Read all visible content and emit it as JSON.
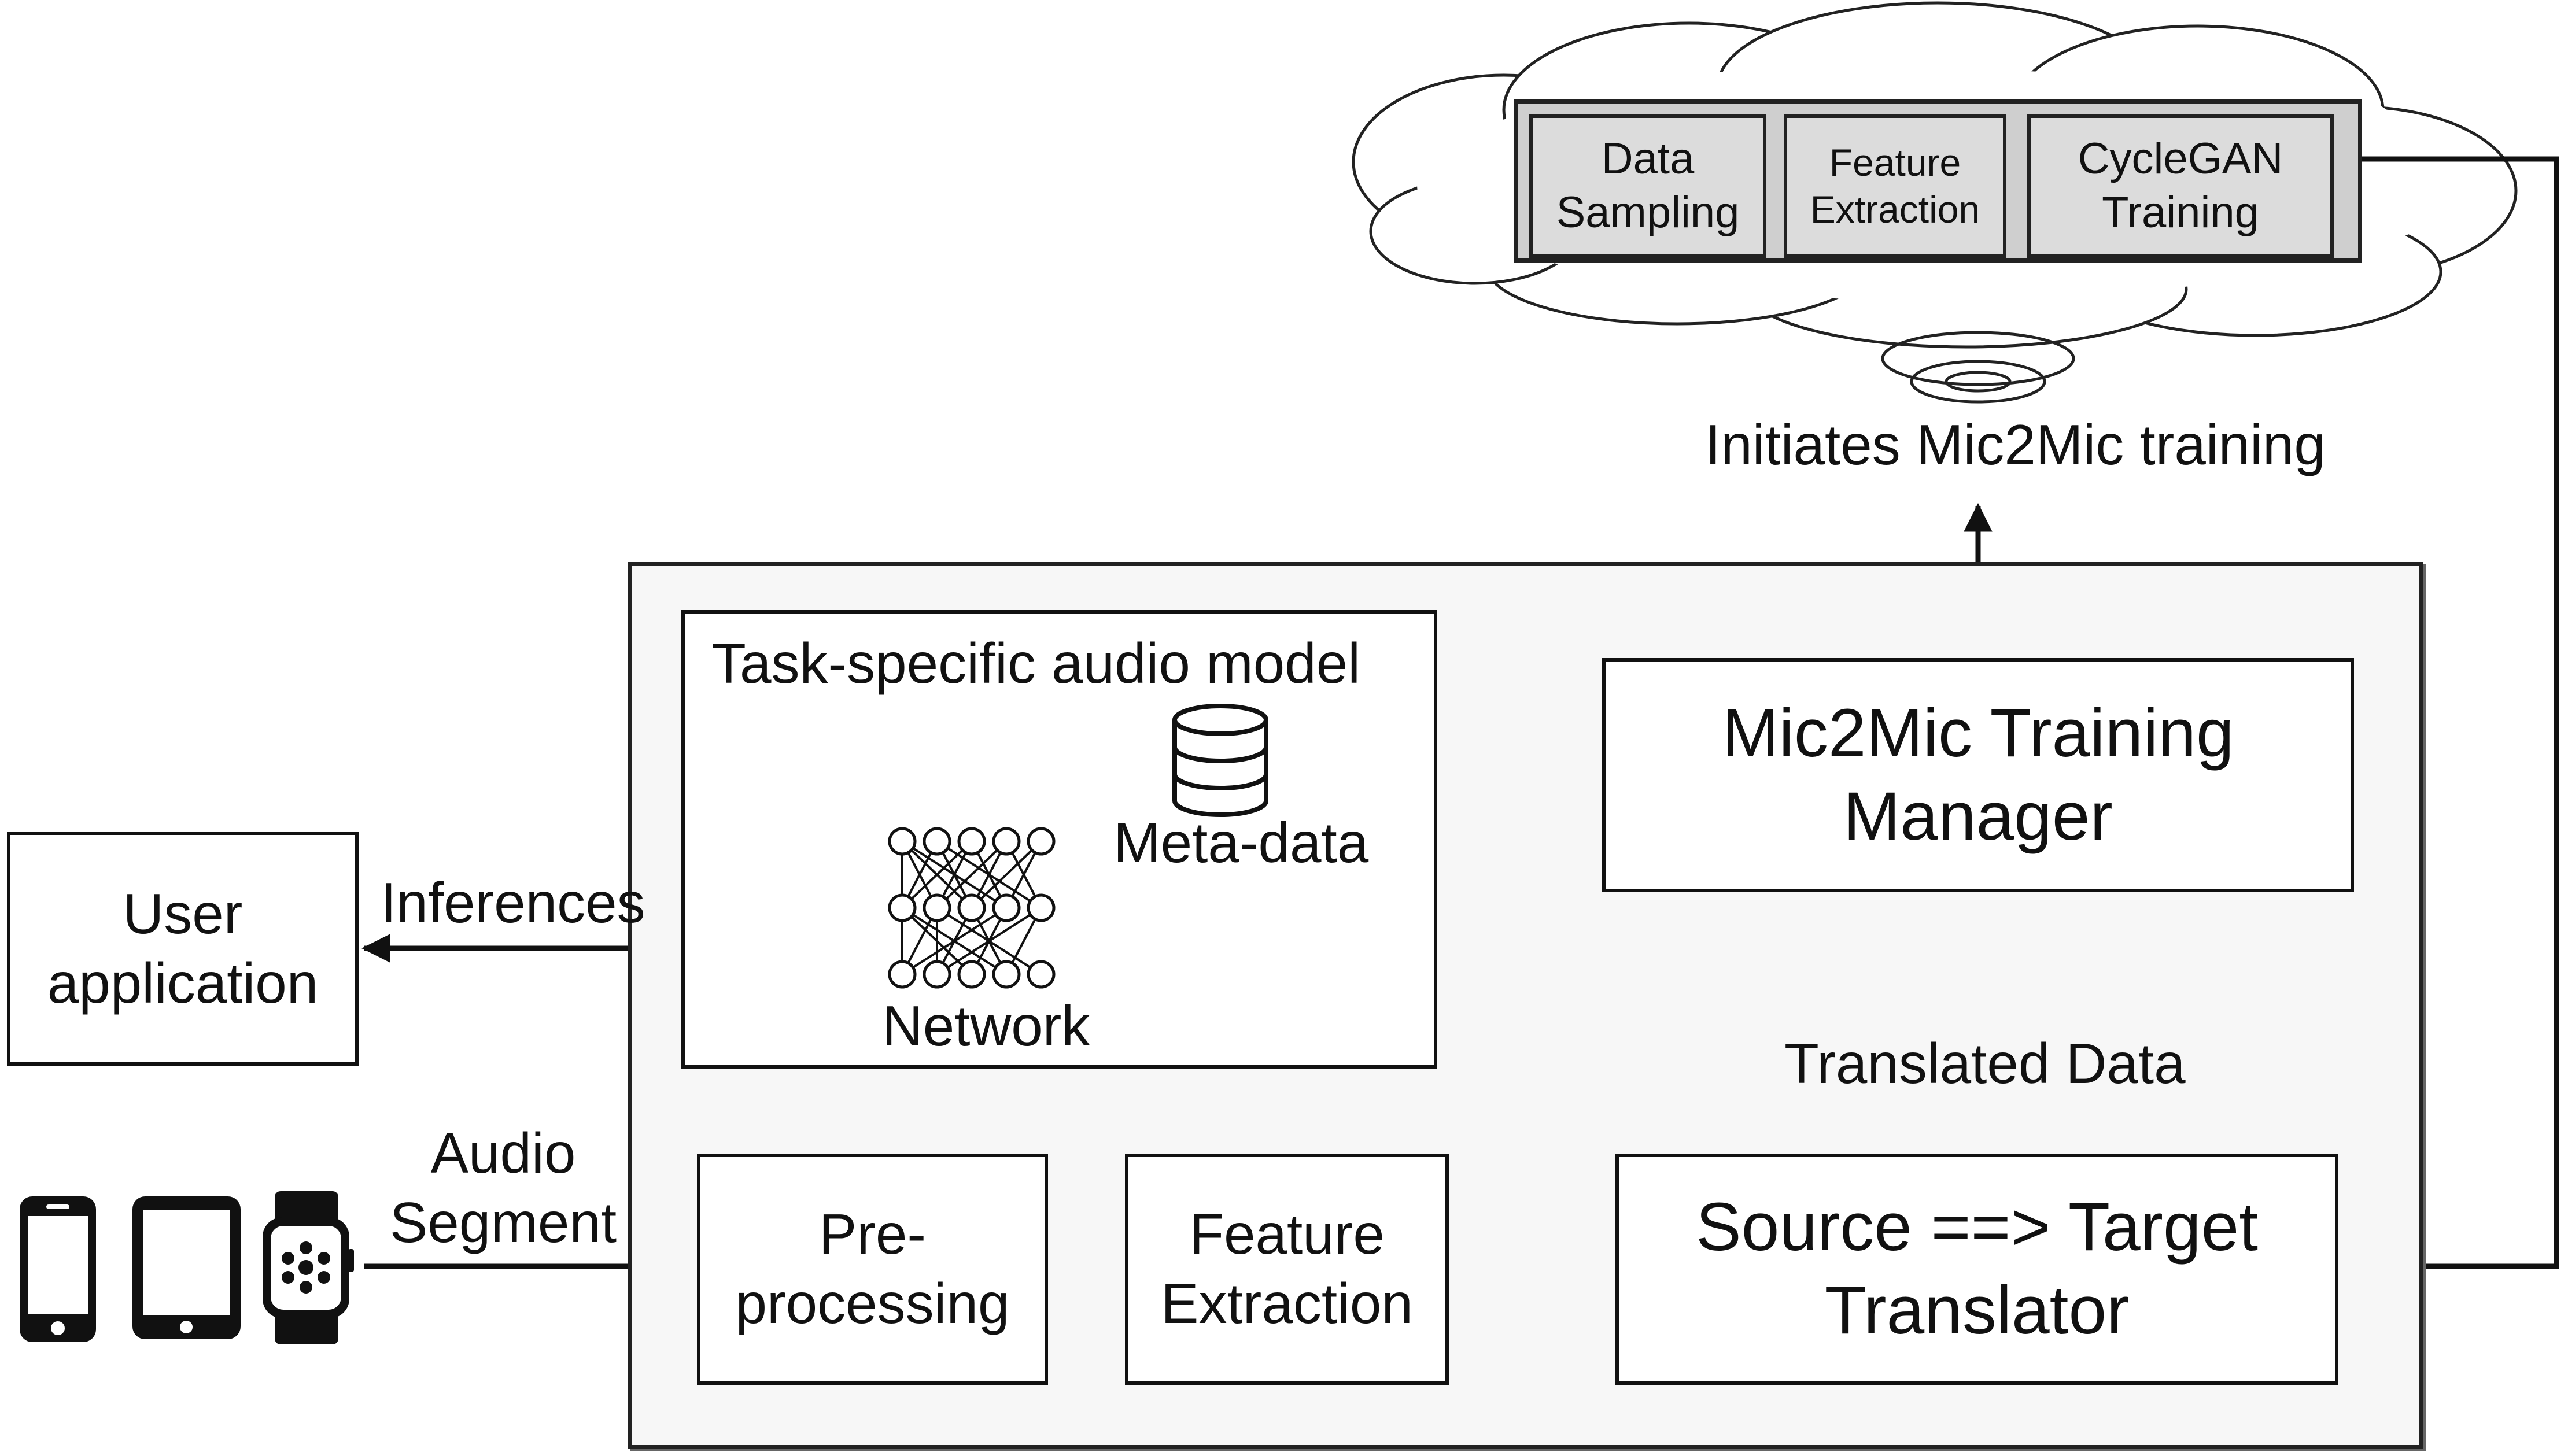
{
  "cloud": {
    "data_sampling": "Data\nSampling",
    "feature_extraction": "Feature\nExtraction",
    "cyclegan_training": "CycleGAN\nTraining"
  },
  "initiates_label": "Initiates Mic2Mic training",
  "user_application": "User\napplication",
  "inferences_label": "Inferences",
  "audio_segment_label": "Audio\nSegment",
  "task_model": {
    "title": "Task-specific audio model",
    "meta_data": "Meta-data",
    "network": "Network"
  },
  "training_manager": "Mic2Mic Training\nManager",
  "translated_data_label": "Translated Data",
  "preprocessing": "Pre-\nprocessing",
  "feature_extraction": "Feature\nExtraction",
  "translator": "Source ==> Target\nTranslator",
  "devices": [
    "smartphone-icon",
    "tablet-icon",
    "smartwatch-icon"
  ]
}
